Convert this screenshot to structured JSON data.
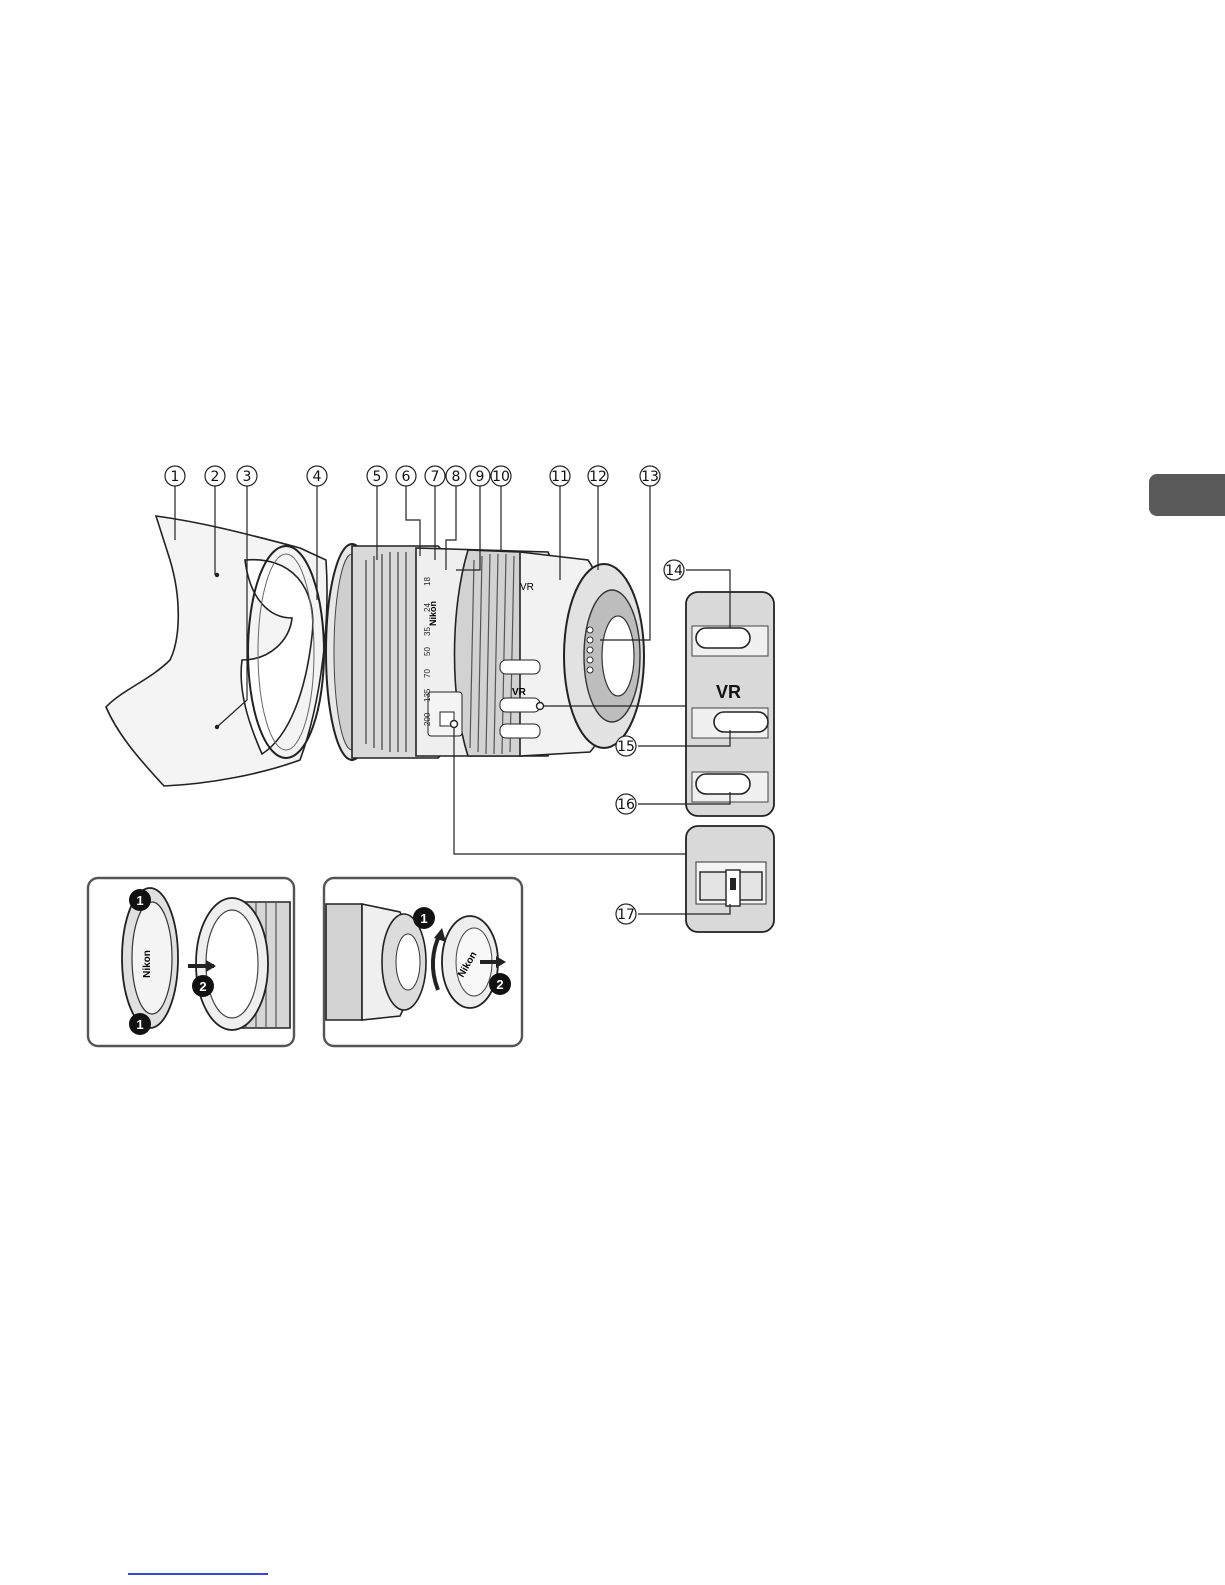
{
  "callouts": [
    "1",
    "2",
    "3",
    "4",
    "5",
    "6",
    "7",
    "8",
    "9",
    "10",
    "11",
    "12",
    "13",
    "14",
    "15",
    "16",
    "17"
  ],
  "lens": {
    "brand": "Nikon",
    "vr_badge": "VR",
    "zoom_scale": [
      "18",
      "24",
      "35",
      "50",
      "70",
      "135",
      "200"
    ]
  },
  "switch_panel": {
    "vr_label": "VR"
  },
  "front_cap": {
    "brand": "Nikon",
    "step_1": "1",
    "step_2": "2"
  },
  "rear_cap": {
    "brand": "Nikon",
    "step_1": "1",
    "step_2": "2"
  },
  "colors": {
    "section_tab": "#5a5a5a",
    "footer_link": "#3b45d6"
  }
}
